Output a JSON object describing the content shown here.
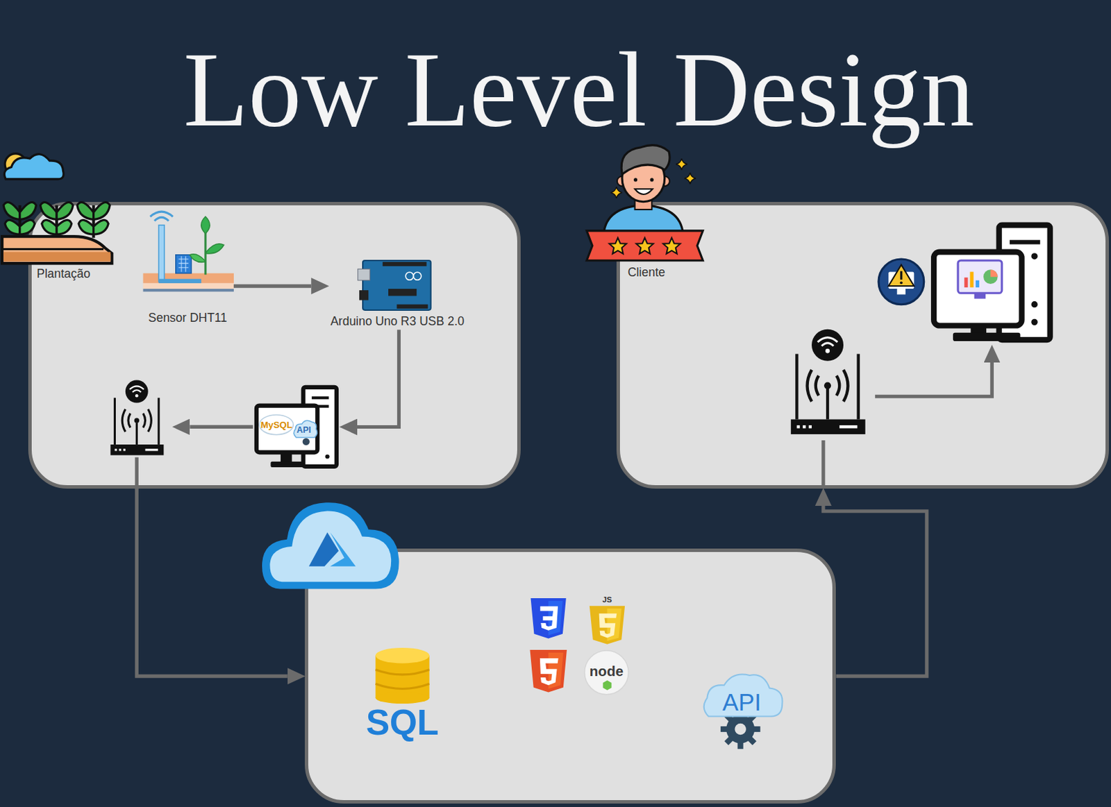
{
  "diagram": {
    "title": "Low Level Design",
    "nodes": [
      {
        "text": [
          "Plantação"
        ]
      },
      {
        "text": [
          "Sensor DHT11"
        ],
        "in": 0
      },
      {
        "text": [
          "Arduino Uno R3 USB 2.0"
        ],
        "in": 0
      },
      {
        "text": [
          "MySQL",
          "API"
        ],
        "in": 0
      },
      {
        "text": [
          "Cliente"
        ]
      },
      {
        "text": [
          "SQL",
          "JS",
          "node",
          "API"
        ]
      }
    ],
    "edges": [
      {
        "from": 1,
        "to": 2,
        "arrow": "to"
      },
      {
        "from": 2,
        "to": 3,
        "arrow": "to"
      },
      {
        "from": 0,
        "to": 5,
        "arrow": "to"
      },
      {
        "from": 5,
        "to": 4,
        "arrow": "to"
      }
    ]
  }
}
